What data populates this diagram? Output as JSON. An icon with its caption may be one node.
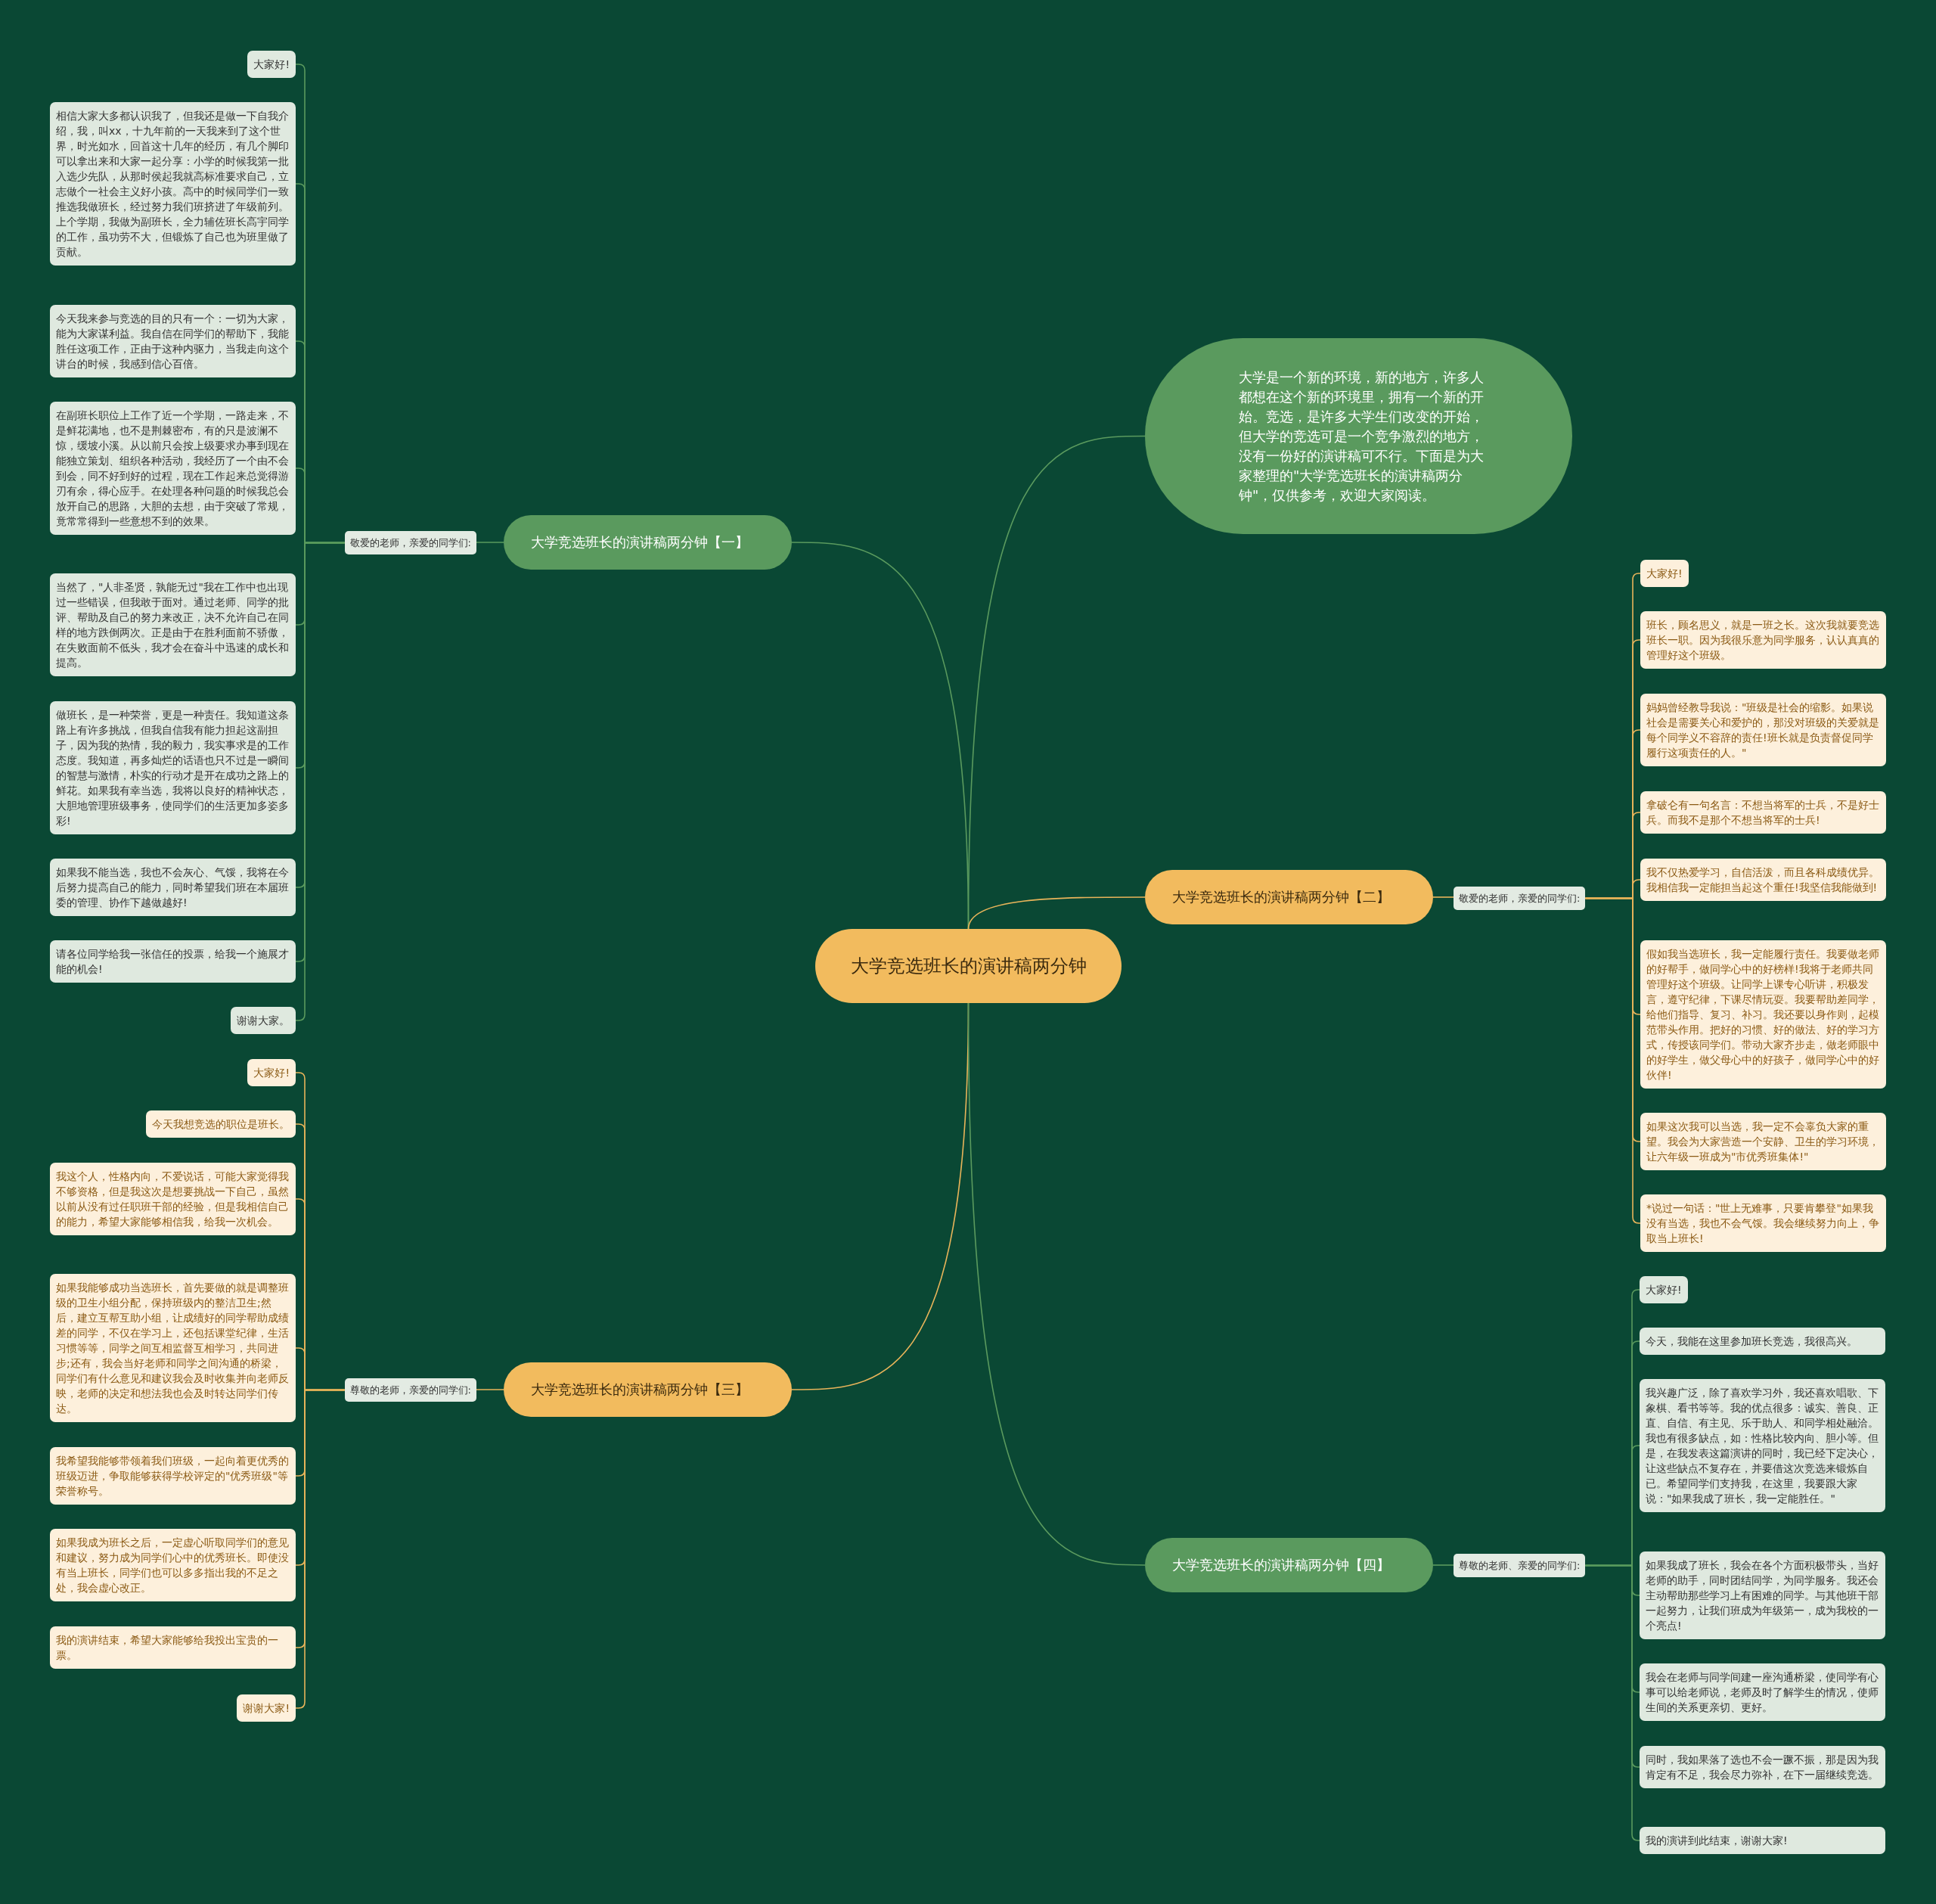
{
  "diagram": {
    "nodes": [
      {
        "text": [
          "大学竞选班长的演讲稿两分钟"
        ]
      },
      {
        "text": [
          "大学是一个新的环境，新的地方，许多人都想在这个新的环境里，拥有一个新的开始。竞选，是许多大学生们改变的开始，但大学的竞选可是一个竞争激烈的地方，没有一份好的演讲稿可不行。下面是为大家整理的\"大学竞选班长的演讲稿两分钟\"，仅供参考，欢迎大家阅读。"
        ]
      },
      {
        "text": [
          "大学竞选班长的演讲稿两分钟【一】"
        ]
      },
      {
        "text": [
          "敬爱的老师，亲爱的同学们:"
        ]
      },
      {
        "text": [
          "大家好!"
        ]
      },
      {
        "text": [
          "相信大家大多都认识我了，但我还是做一下自我介绍，我，叫xx，十九年前的一天我来到了这个世界，时光如水，回首这十几年的经历，有几个脚印可以拿出来和大家一起分享：小学的时候我第一批入选少先队，从那时侯起我就高标准要求自己，立志做个一社会主义好小孩。高中的时候同学们一致推选我做班长，经过努力我们班挤进了年级前列。上个学期，我做为副班长，全力辅佐班长高宇同学的工作，虽功劳不大，但锻炼了自己也为班里做了贡献。"
        ]
      },
      {
        "text": [
          "今天我来参与竞选的目的只有一个：一切为大家，能为大家谋利益。我自信在同学们的帮助下，我能胜任这项工作，正由于这种内驱力，当我走向这个讲台的时候，我感到信心百倍。"
        ]
      },
      {
        "text": [
          "在副班长职位上工作了近一个学期，一路走来，不是鲜花满地，也不是荆棘密布，有的只是波澜不惊，缓坡小溪。从以前只会按上级要求办事到现在能独立策划、组织各种活动，我经历了一个由不会到会，同不好到好的过程，现在工作起来总觉得游刃有余，得心应手。在处理各种问题的时候我总会放开自己的思路，大胆的去想，由于突破了常规，竟常常得到一些意想不到的效果。"
        ]
      },
      {
        "text": [
          "当然了，\"人非圣贤，孰能无过\"我在工作中也出现过一些错误，但我敢于面对。通过老师、同学的批评、帮助及自己的努力来改正，决不允许自己在同样的地方跌倒两次。正是由于在胜利面前不骄傲，在失败面前不低头，我才会在奋斗中迅速的成长和提高。"
        ]
      },
      {
        "text": [
          "做班长，是一种荣誉，更是一种责任。我知道这条路上有许多挑战，但我自信我有能力担起这副担子，因为我的热情，我的毅力，我实事求是的工作态度。我知道，再多灿烂的话语也只不过是一瞬间的智慧与激情，朴实的行动才是开在成功之路上的鲜花。如果我有幸当选，我将以良好的精神状态，大胆地管理班级事务，使同学们的生活更加多姿多彩!"
        ]
      },
      {
        "text": [
          "如果我不能当选，我也不会灰心、气馁，我将在今后努力提高自己的能力，同时希望我们班在本届班委的管理、协作下越做越好!"
        ]
      },
      {
        "text": [
          "请各位同学给我一张信任的投票，给我一个施展才能的机会!"
        ]
      },
      {
        "text": [
          "谢谢大家。"
        ]
      },
      {
        "text": [
          "大学竞选班长的演讲稿两分钟【二】"
        ]
      },
      {
        "text": [
          "敬爱的老师，亲爱的同学们:"
        ]
      },
      {
        "text": [
          "大家好!"
        ]
      },
      {
        "text": [
          "班长，顾名思义，就是一班之长。这次我就要竞选班长一职。因为我很乐意为同学服务，认认真真的管理好这个班级。"
        ]
      },
      {
        "text": [
          "妈妈曾经教导我说：\"班级是社会的缩影。如果说社会是需要关心和爱护的，那没对班级的关爱就是每个同学义不容辞的责任!班长就是负责督促同学履行这项责任的人。\""
        ]
      },
      {
        "text": [
          "拿破仑有一句名言：不想当将军的士兵，不是好士兵。而我不是那个不想当将军的士兵!"
        ]
      },
      {
        "text": [
          "我不仅热爱学习，自信活泼，而且各科成绩优异。我相信我一定能担当起这个重任!我坚信我能做到!"
        ]
      },
      {
        "text": [
          "假如我当选班长，我一定能履行责任。我要做老师的好帮手，做同学心中的好榜样!我将于老师共同管理好这个班级。让同学上课专心听讲，积极发言，遵守纪律，下课尽情玩耍。我要帮助差同学，给他们指导、复习、补习。我还要以身作则，起模范带头作用。把好的习惯、好的做法、好的学习方式，传授该同学们。带动大家齐步走，做老师眼中的好学生，做父母心中的好孩子，做同学心中的好伙伴!"
        ]
      },
      {
        "text": [
          "如果这次我可以当选，我一定不会辜负大家的重望。我会为大家营造一个安静、卫生的学习环境，让六年级一班成为\"市优秀班集体!\""
        ]
      },
      {
        "text": [
          "*说过一句话：\"世上无难事，只要肯攀登\"如果我没有当选，我也不会气馁。我会继续努力向上，争取当上班长!"
        ]
      },
      {
        "text": [
          "大学竞选班长的演讲稿两分钟【三】"
        ]
      },
      {
        "text": [
          "尊敬的老师，亲爱的同学们:"
        ]
      },
      {
        "text": [
          "大家好!"
        ]
      },
      {
        "text": [
          "今天我想竞选的职位是班长。"
        ]
      },
      {
        "text": [
          "我这个人，性格内向，不爱说话，可能大家觉得我不够资格，但是我这次是想要挑战一下自己，虽然以前从没有过任职班干部的经验，但是我相信自己的能力，希望大家能够相信我，给我一次机会。"
        ]
      },
      {
        "text": [
          "如果我能够成功当选班长，首先要做的就是调整班级的卫生小组分配，保持班级内的整洁卫生;然后，建立互帮互助小组，让成绩好的同学帮助成绩差的同学，不仅在学习上，还包括课堂纪律，生活习惯等等，同学之间互相监督互相学习，共同进步;还有，我会当好老师和同学之间沟通的桥梁，同学们有什么意见和建议我会及时收集并向老师反映，老师的决定和想法我也会及时转达同学们传达。"
        ]
      },
      {
        "text": [
          "我希望我能够带领着我们班级，一起向着更优秀的班级迈进，争取能够获得学校评定的\"优秀班级\"等荣誉称号。"
        ]
      },
      {
        "text": [
          "如果我成为班长之后，一定虚心听取同学们的意见和建议，努力成为同学们心中的优秀班长。即使没有当上班长，同学们也可以多多指出我的不足之处，我会虚心改正。"
        ]
      },
      {
        "text": [
          "我的演讲结束，希望大家能够给我投出宝贵的一票。"
        ]
      },
      {
        "text": [
          "谢谢大家!"
        ]
      },
      {
        "text": [
          "大学竞选班长的演讲稿两分钟【四】"
        ]
      },
      {
        "text": [
          "尊敬的老师、亲爱的同学们:"
        ]
      },
      {
        "text": [
          "大家好!"
        ]
      },
      {
        "text": [
          "今天，我能在这里参加班长竞选，我很高兴。"
        ]
      },
      {
        "text": [
          "我兴趣广泛，除了喜欢学习外，我还喜欢唱歌、下象棋、看书等等。我的优点很多：诚实、善良、正直、自信、有主见、乐于助人、和同学相处融洽。我也有很多缺点，如：性格比较内向、胆小等。但是，在我发表这篇演讲的同时，我已经下定决心，让这些缺点不复存在，并要借这次竞选来锻炼自已。希望同学们支持我，在这里，我要跟大家说：\"如果我成了班长，我一定能胜任。\""
        ]
      },
      {
        "text": [
          "如果我成了班长，我会在各个方面积极带头，当好老师的助手，同时团结同学，为同学服务。我还会主动帮助那些学习上有困难的同学。与其他班干部一起努力，让我们班成为年级第一，成为我校的一个亮点!"
        ]
      },
      {
        "text": [
          "我会在老师与同学间建一座沟通桥梁，使同学有心事可以给老师说，老师及时了解学生的情况，使师生间的关系更亲切、更好。"
        ]
      },
      {
        "text": [
          "同时，我如果落了选也不会一蹶不振，那是因为我肯定有不足，我会尽力弥补，在下一届继续竞选。"
        ]
      },
      {
        "text": [
          "我的演讲到此结束，谢谢大家!"
        ]
      }
    ],
    "edges": [
      {
        "from": 0,
        "to": 1,
        "arrow": "none"
      },
      {
        "from": 0,
        "to": 2,
        "arrow": "none"
      },
      {
        "from": 2,
        "to": 3,
        "arrow": "none"
      },
      {
        "from": 3,
        "to": 4,
        "arrow": "none"
      },
      {
        "from": 3,
        "to": 5,
        "arrow": "none"
      },
      {
        "from": 3,
        "to": 6,
        "arrow": "none"
      },
      {
        "from": 3,
        "to": 7,
        "arrow": "none"
      },
      {
        "from": 3,
        "to": 8,
        "arrow": "none"
      },
      {
        "from": 3,
        "to": 9,
        "arrow": "none"
      },
      {
        "from": 3,
        "to": 10,
        "arrow": "none"
      },
      {
        "from": 3,
        "to": 11,
        "arrow": "none"
      },
      {
        "from": 3,
        "to": 12,
        "arrow": "none"
      },
      {
        "from": 0,
        "to": 13,
        "arrow": "none",
        "color": "#e8b45a"
      },
      {
        "from": 13,
        "to": 14,
        "arrow": "none",
        "color": "#e8b45a"
      },
      {
        "from": 14,
        "to": 15,
        "arrow": "none",
        "color": "#e8b45a"
      },
      {
        "from": 14,
        "to": 16,
        "arrow": "none",
        "color": "#e8b45a"
      },
      {
        "from": 14,
        "to": 17,
        "arrow": "none",
        "color": "#e8b45a"
      },
      {
        "from": 14,
        "to": 18,
        "arrow": "none",
        "color": "#e8b45a"
      },
      {
        "from": 14,
        "to": 19,
        "arrow": "none",
        "color": "#e8b45a"
      },
      {
        "from": 14,
        "to": 20,
        "arrow": "none",
        "color": "#e8b45a"
      },
      {
        "from": 14,
        "to": 21,
        "arrow": "none",
        "color": "#e8b45a"
      },
      {
        "from": 14,
        "to": 22,
        "arrow": "none",
        "color": "#e8b45a"
      },
      {
        "from": 0,
        "to": 23,
        "arrow": "none",
        "color": "#e8b45a"
      },
      {
        "from": 23,
        "to": 24,
        "arrow": "none",
        "color": "#e8b45a"
      },
      {
        "from": 24,
        "to": 25,
        "arrow": "none",
        "color": "#e8b45a"
      },
      {
        "from": 24,
        "to": 26,
        "arrow": "none",
        "color": "#e8b45a"
      },
      {
        "from": 24,
        "to": 27,
        "arrow": "none",
        "color": "#e8b45a"
      },
      {
        "from": 24,
        "to": 28,
        "arrow": "none",
        "color": "#e8b45a"
      },
      {
        "from": 24,
        "to": 29,
        "arrow": "none",
        "color": "#e8b45a"
      },
      {
        "from": 24,
        "to": 30,
        "arrow": "none",
        "color": "#e8b45a"
      },
      {
        "from": 24,
        "to": 31,
        "arrow": "none",
        "color": "#e8b45a"
      },
      {
        "from": 24,
        "to": 32,
        "arrow": "none",
        "color": "#e8b45a"
      },
      {
        "from": 0,
        "to": 33,
        "arrow": "none"
      },
      {
        "from": 33,
        "to": 34,
        "arrow": "none"
      },
      {
        "from": 34,
        "to": 35,
        "arrow": "none"
      },
      {
        "from": 34,
        "to": 36,
        "arrow": "none"
      },
      {
        "from": 34,
        "to": 37,
        "arrow": "none"
      },
      {
        "from": 34,
        "to": 38,
        "arrow": "none"
      },
      {
        "from": 34,
        "to": 39,
        "arrow": "none"
      },
      {
        "from": 34,
        "to": 40,
        "arrow": "none"
      },
      {
        "from": 34,
        "to": 41,
        "arrow": "none"
      }
    ]
  }
}
